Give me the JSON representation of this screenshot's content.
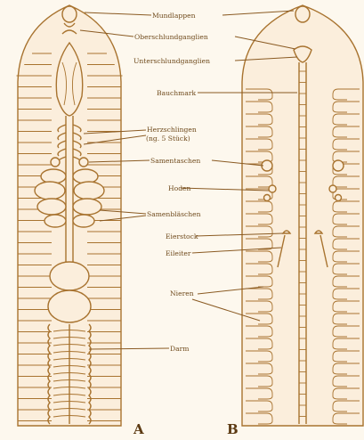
{
  "labels": {
    "mundlappen": "Mundlappen",
    "oberschlund": "Oberschlundganglien",
    "unterschlund": "Unterschlundganglien",
    "bauchmark": "Bauchmark",
    "herzschlingen": "Herzschlingen",
    "herzschlingen_count": "(ng. 5 Stück)",
    "samentaschen": "Samentaschen",
    "hoden": "Hoden",
    "samenbl": "Samenbläschen",
    "eierstock": "Eierstock",
    "eileiter": "Eileiter",
    "nieren": "Nieren",
    "darm": "Darm"
  },
  "panels": {
    "a": "A",
    "b": "B"
  },
  "colors": {
    "line": "#a8732f",
    "fill": "#fbeedc",
    "text": "#6f4a1c",
    "background": "#fdf8ee"
  }
}
